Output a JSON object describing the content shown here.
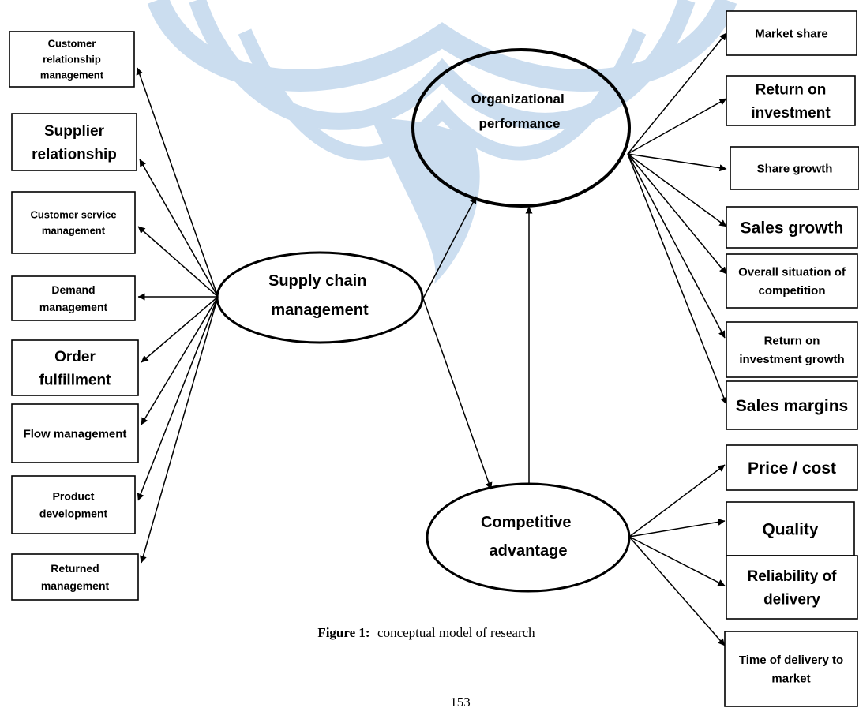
{
  "colors": {
    "watermark": "#c9dcef",
    "stroke": "#000000",
    "background": "#ffffff"
  },
  "watermark_icon": "bird-logo",
  "nodes": {
    "scm": {
      "lines": [
        "Supply chain",
        "management"
      ]
    },
    "op": {
      "lines": [
        "Organizational",
        "performance"
      ]
    },
    "ca": {
      "lines": [
        "Competitive",
        "advantage"
      ]
    }
  },
  "scm_components": [
    {
      "lines": [
        "Customer",
        "relationship",
        "management"
      ]
    },
    {
      "lines": [
        "Supplier",
        "relationship"
      ]
    },
    {
      "lines": [
        "Customer service",
        "management"
      ]
    },
    {
      "lines": [
        "Demand",
        "management"
      ]
    },
    {
      "lines": [
        "Order",
        "fulfillment"
      ]
    },
    {
      "lines": [
        "Flow management"
      ]
    },
    {
      "lines": [
        "Product",
        "development"
      ]
    },
    {
      "lines": [
        "Returned",
        "management"
      ]
    }
  ],
  "op_indicators": [
    {
      "lines": [
        "Market share"
      ]
    },
    {
      "lines": [
        "Return on",
        "investment"
      ]
    },
    {
      "lines": [
        "Share growth"
      ]
    },
    {
      "lines": [
        "Sales growth"
      ]
    },
    {
      "lines": [
        "Overall situation of",
        "competition"
      ]
    },
    {
      "lines": [
        "Return on",
        "investment growth"
      ]
    },
    {
      "lines": [
        "Sales margins"
      ]
    }
  ],
  "ca_indicators": [
    {
      "lines": [
        "Price / cost"
      ]
    },
    {
      "lines": [
        "Quality"
      ]
    },
    {
      "lines": [
        "Reliability of",
        "delivery"
      ]
    },
    {
      "lines": [
        "Time of delivery to",
        "market"
      ]
    }
  ],
  "caption": {
    "label": "Figure 1:",
    "text": "conceptual model of research"
  },
  "page_number": "153"
}
